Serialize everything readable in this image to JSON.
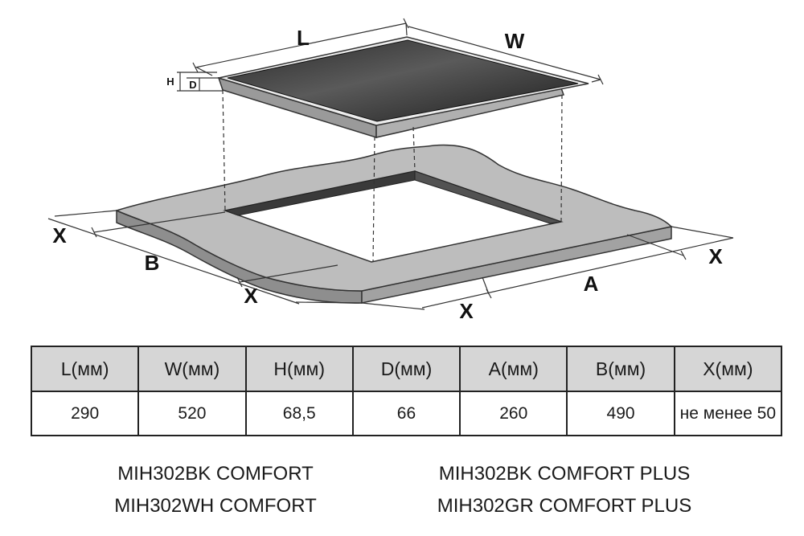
{
  "diagram": {
    "labels": {
      "L": "L",
      "W": "W",
      "H": "H",
      "D": "D",
      "A": "A",
      "B": "B",
      "X": "X"
    }
  },
  "table": {
    "headers": [
      "L(мм)",
      "W(мм)",
      "H(мм)",
      "D(мм)",
      "A(мм)",
      "B(мм)",
      "X(мм)"
    ],
    "values": [
      "290",
      "520",
      "68,5",
      "66",
      "260",
      "490",
      "не менее 50"
    ]
  },
  "models": {
    "left": [
      "MIH302BK COMFORT",
      "MIH302WH COMFORT"
    ],
    "right": [
      "MIH302BK COMFORT PLUS",
      "MIH302GR COMFORT PLUS"
    ]
  }
}
